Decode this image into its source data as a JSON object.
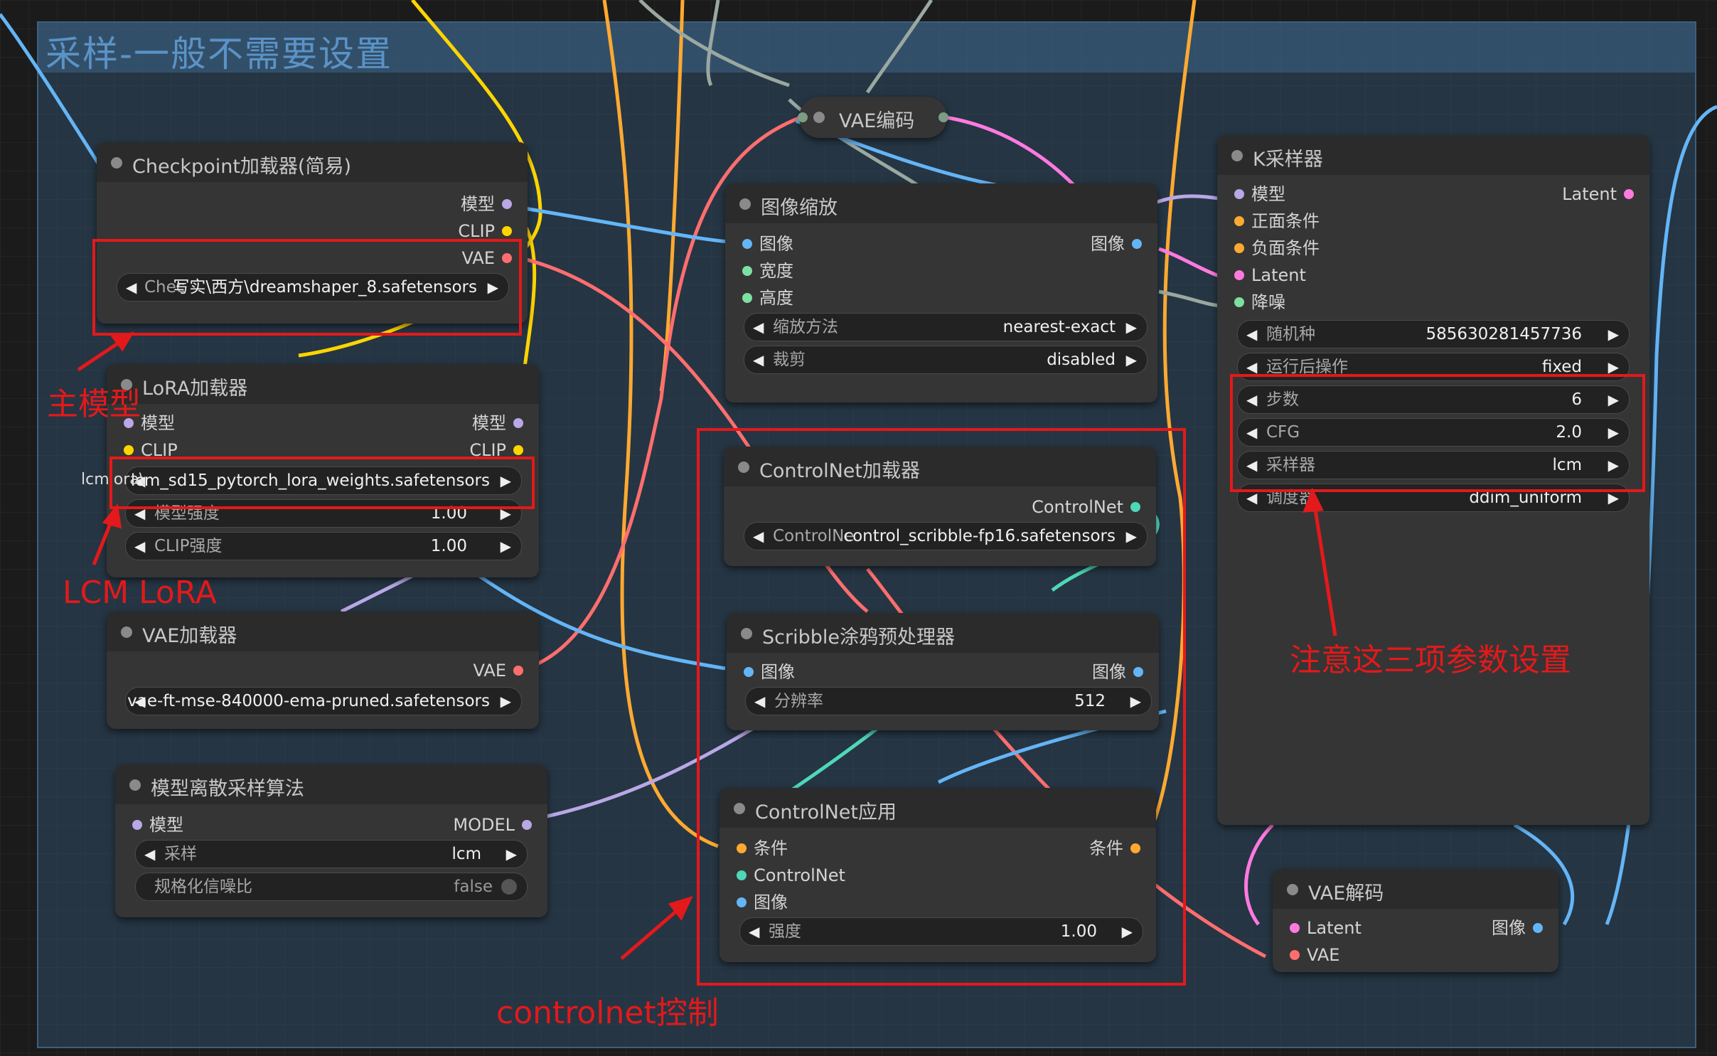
{
  "group": {
    "title": "采样-一般不需要设置"
  },
  "colors": {
    "model": "#b9a7e6",
    "clip": "#ffd500",
    "vae": "#ff6e6e",
    "image": "#64b5f6",
    "int": "#7ee0a0",
    "conditioning": "#ffa931",
    "latent": "#ff7ae0",
    "controlnet": "#4fd8b7",
    "annotation": "#e3191b"
  },
  "nodes": {
    "checkpoint": {
      "title": "Checkpoint加载器(简易)",
      "outputs": [
        "模型",
        "CLIP",
        "VAE"
      ],
      "ckpt_label": "Chec",
      "ckpt_value": "写实\\西方\\dreamshaper_8.safetensors"
    },
    "lora": {
      "title": "LoRA加载器",
      "inputs": [
        "模型",
        "CLIP"
      ],
      "outputs": [
        "模型",
        "CLIP"
      ],
      "lora_label": "lcmlora\\",
      "lora_value": "lcm_sd15_pytorch_lora_weights.safetensors",
      "strength_model_label": "模型强度",
      "strength_model_value": "1.00",
      "strength_clip_label": "CLIP强度",
      "strength_clip_value": "1.00"
    },
    "vae_loader": {
      "title": "VAE加载器",
      "outputs": [
        "VAE"
      ],
      "vae_value": "vae-ft-mse-840000-ema-pruned.safetensors"
    },
    "model_sampling": {
      "title": "模型离散采样算法",
      "inputs": [
        "模型"
      ],
      "outputs": [
        "MODEL"
      ],
      "sampling_label": "采样",
      "sampling_value": "lcm",
      "zsnr_label": "规格化信噪比",
      "zsnr_value": "false"
    },
    "vae_encode": {
      "title": "VAE编码"
    },
    "image_scale": {
      "title": "图像缩放",
      "inputs": [
        "图像",
        "宽度",
        "高度"
      ],
      "outputs": [
        "图像"
      ],
      "method_label": "缩放方法",
      "method_value": "nearest-exact",
      "crop_label": "裁剪",
      "crop_value": "disabled"
    },
    "controlnet_loader": {
      "title": "ControlNet加载器",
      "outputs": [
        "ControlNet"
      ],
      "cn_label": "ControlNe",
      "cn_value": "control_scribble-fp16.safetensors"
    },
    "scribble": {
      "title": "Scribble涂鸦预处理器",
      "inputs": [
        "图像"
      ],
      "outputs": [
        "图像"
      ],
      "resolution_label": "分辨率",
      "resolution_value": "512"
    },
    "controlnet_apply": {
      "title": "ControlNet应用",
      "inputs": [
        "条件",
        "ControlNet",
        "图像"
      ],
      "outputs": [
        "条件"
      ],
      "strength_label": "强度",
      "strength_value": "1.00"
    },
    "ksampler": {
      "title": "K采样器",
      "inputs": [
        "模型",
        "正面条件",
        "负面条件",
        "Latent",
        "降噪"
      ],
      "outputs": [
        "Latent"
      ],
      "seed_label": "随机种",
      "seed_value": "585630281457736",
      "control_label": "运行后操作",
      "control_value": "fixed",
      "steps_label": "步数",
      "steps_value": "6",
      "cfg_label": "CFG",
      "cfg_value": "2.0",
      "sampler_label": "采样器",
      "sampler_value": "lcm",
      "scheduler_label": "调度器",
      "scheduler_value": "ddim_uniform"
    },
    "vae_decode": {
      "title": "VAE解码",
      "inputs": [
        "Latent",
        "VAE"
      ],
      "outputs": [
        "图像"
      ]
    }
  },
  "annotations": {
    "main_model": "主模型",
    "lcm_lora": "LCM LoRA",
    "params_note": "注意这三项参数设置",
    "controlnet_note": "controlnet控制"
  }
}
